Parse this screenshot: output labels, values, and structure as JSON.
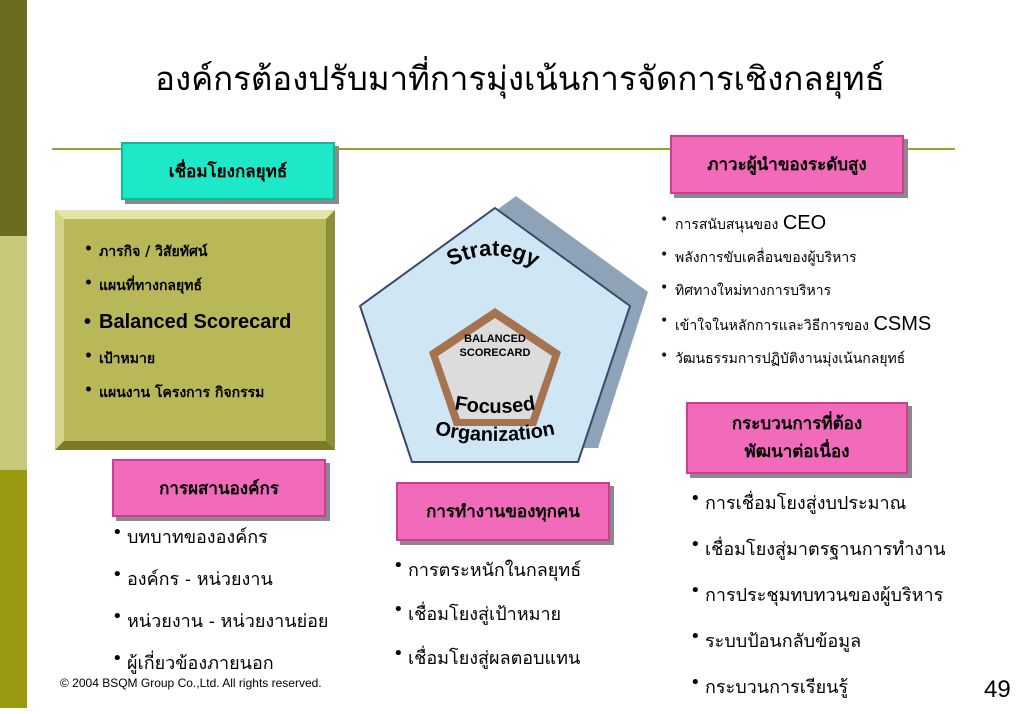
{
  "title": "องค์กรต้องปรับมาที่การมุ่งเน้นการจัดการเชิงกลยุทธ์",
  "colors": {
    "header_teal": "#1de8c8",
    "header_pink": "#f26bbb",
    "panel_olive": "#b8b858",
    "pentagon_blue": "#cfe6f5"
  },
  "link_strategy": {
    "header": "เชื่อมโยงกลยุทธ์",
    "items": [
      "ภารกิจ / วิสัยทัศน์",
      "แผนที่ทางกลยุทธ์",
      "Balanced Scorecard",
      "เป้าหมาย",
      "แผนงาน โครงการ กิจกรรม"
    ]
  },
  "leadership": {
    "header": "ภาวะผู้นำของระดับสูง",
    "items": [
      {
        "text": "การสนับสนุนของ",
        "suffix": "CEO"
      },
      {
        "text": "พลังการขับเคลื่อนของผู้บริหาร",
        "suffix": ""
      },
      {
        "text": "ทิศทางใหม่ทางการบริหาร",
        "suffix": ""
      },
      {
        "text": "เข้าใจในหลักการและวิธีการของ",
        "suffix": "CSMS"
      },
      {
        "text": "วัฒนธรรมการปฏิบัติงานมุ่งเน้นกลยุทธ์",
        "suffix": ""
      }
    ]
  },
  "diagram": {
    "top_text": "Strategy",
    "bottom_line1": "Focused",
    "bottom_line2": "Organization",
    "center_line1": "BALANCED",
    "center_line2": "SCORECARD"
  },
  "alignment": {
    "header": "การผสานองค์กร",
    "items": [
      "บทบาทขององค์กร",
      "องค์กร - หน่วยงาน",
      "หน่วยงาน - หน่วยงานย่อย",
      "ผู้เกี่ยวข้องภายนอก"
    ]
  },
  "everyone": {
    "header": "การทำงานของทุกคน",
    "items": [
      "การตระหนักในกลยุทธ์",
      "เชื่อมโยงสู่เป้าหมาย",
      "เชื่อมโยงสู่ผลตอบแทน"
    ]
  },
  "process": {
    "header_line1": "กระบวนการที่ต้อง",
    "header_line2": "พัฒนาต่อเนื่อง",
    "items": [
      "การเชื่อมโยงสู่งบประมาณ",
      "เชื่อมโยงสู่มาตรฐานการทำงาน",
      "การประชุมทบทวนของผู้บริหาร",
      "ระบบป้อนกลับข้อมูล",
      "กระบวนการเรียนรู้"
    ]
  },
  "footer": "© 2004 BSQM Group Co.,Ltd.  All  rights  reserved.",
  "page_number": "49"
}
